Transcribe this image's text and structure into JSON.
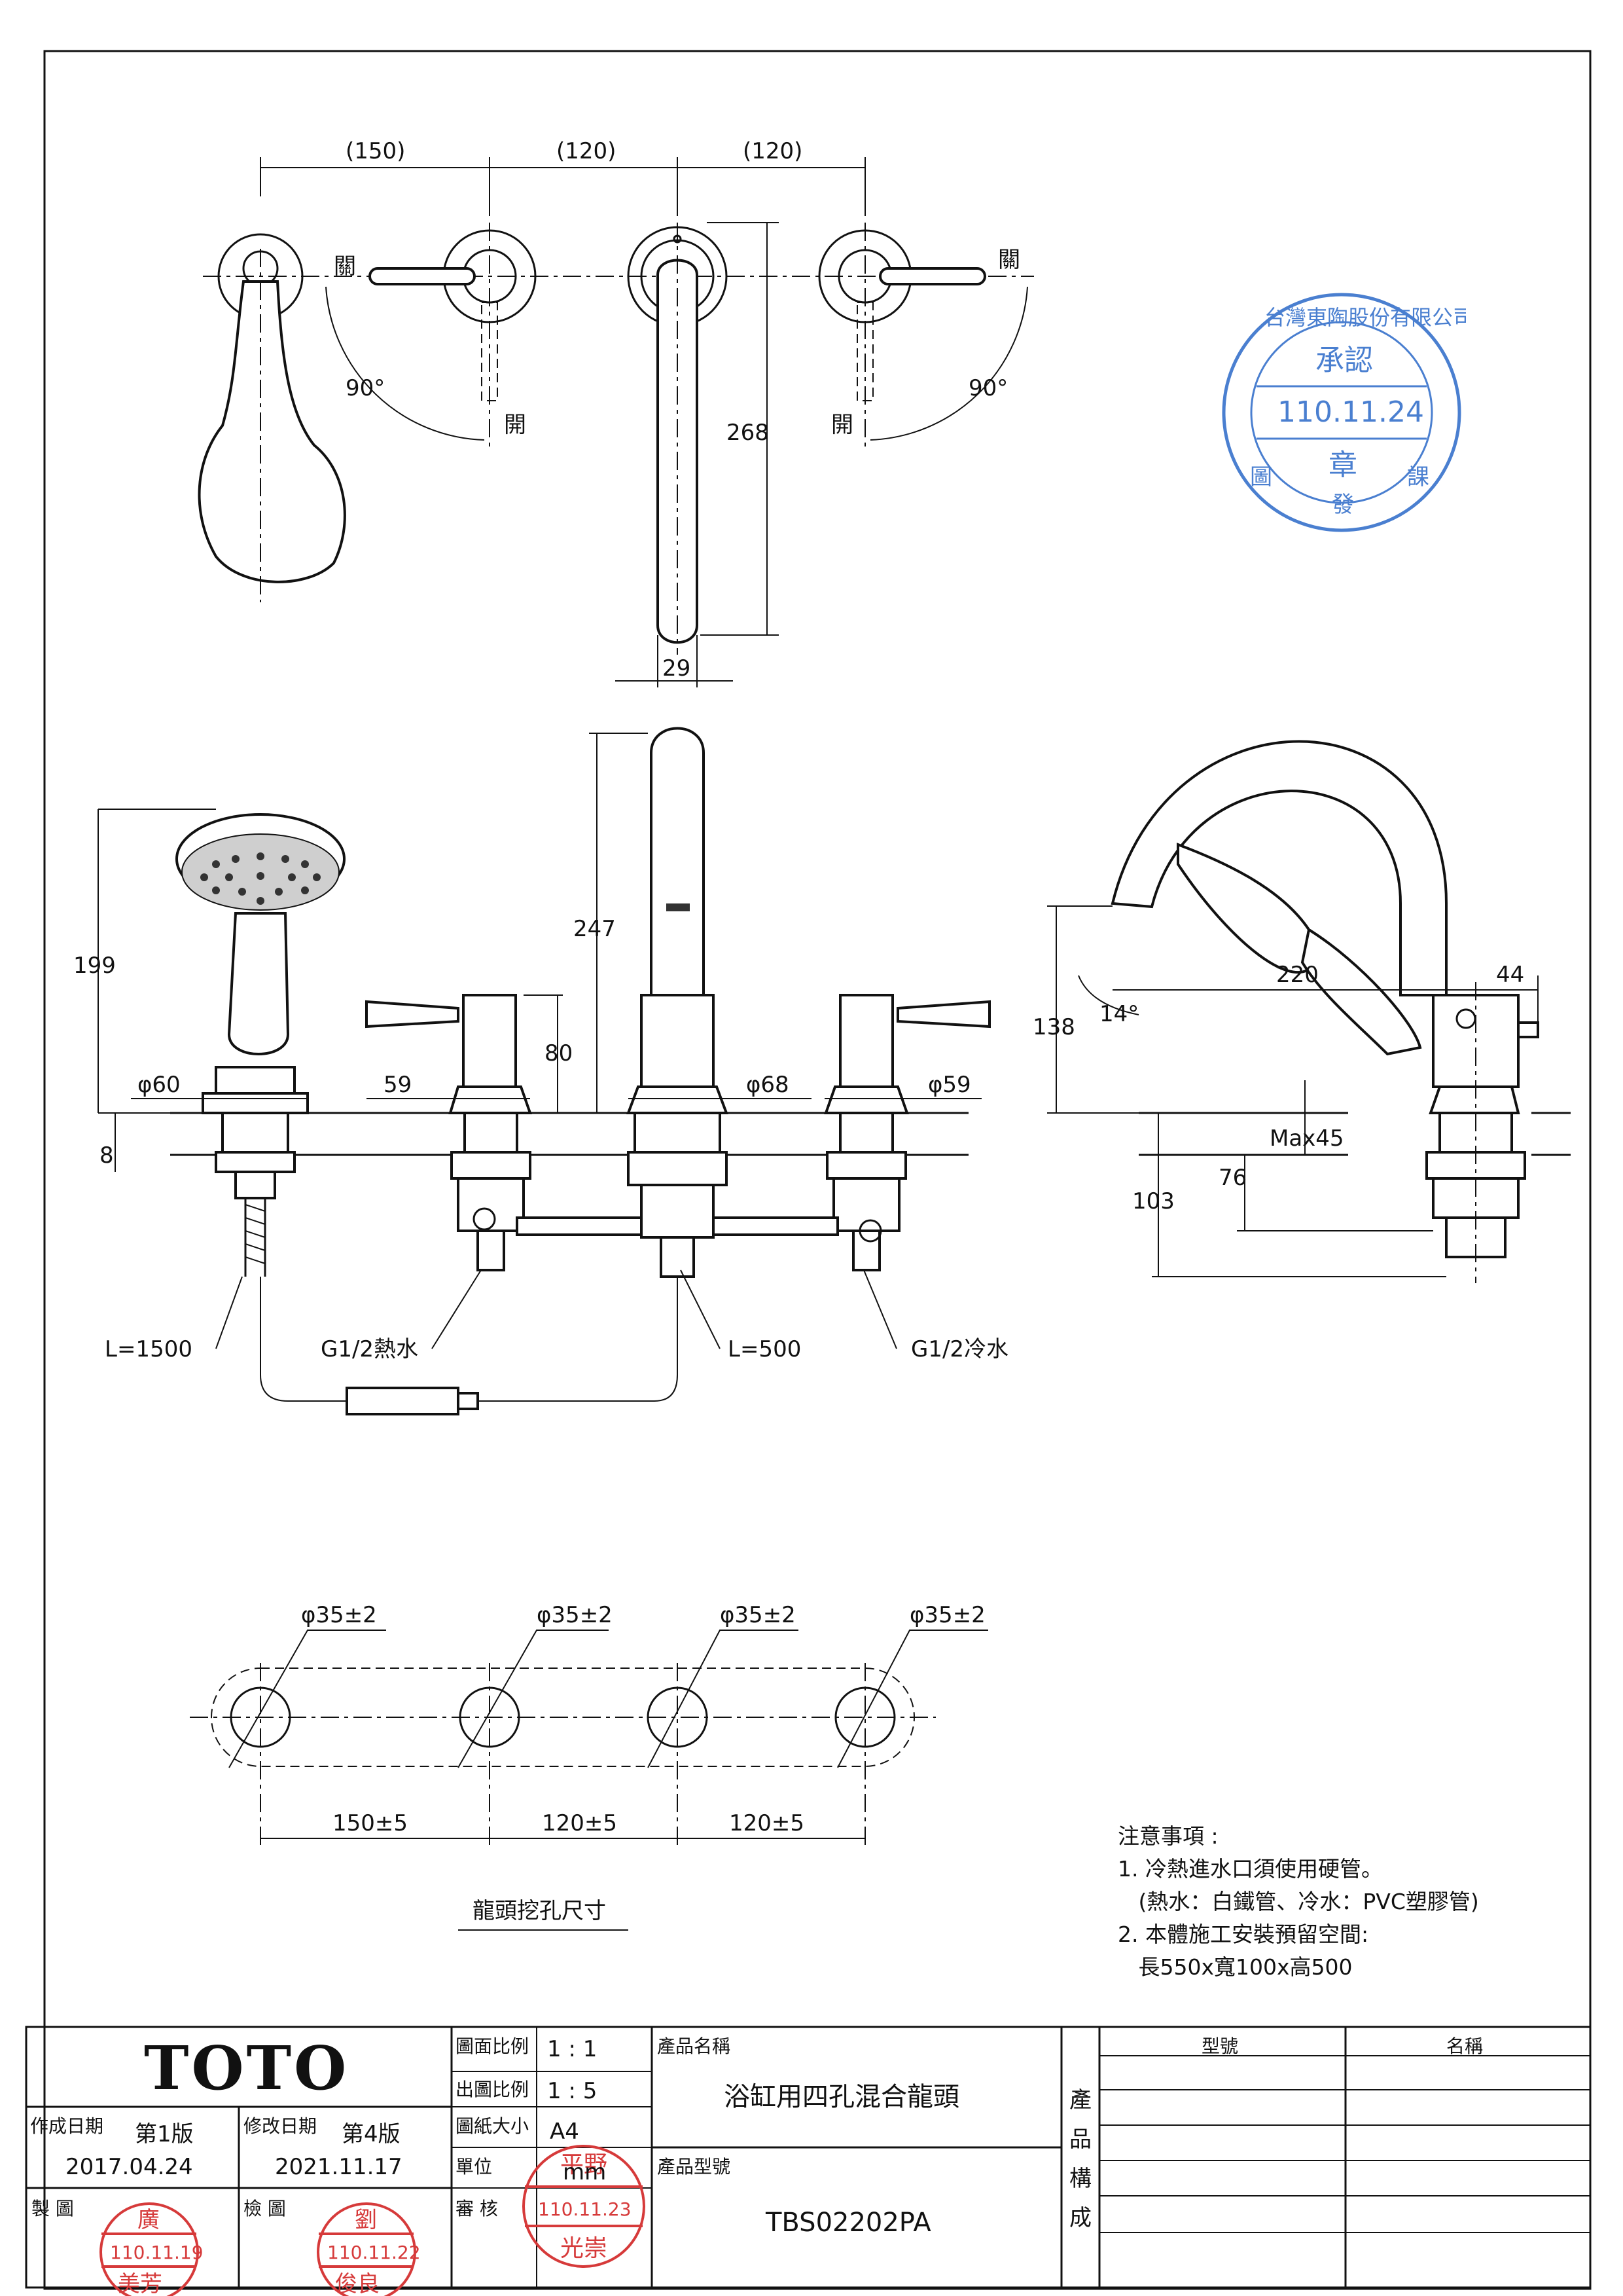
{
  "drawing": {
    "top_dims": [
      "(150)",
      "(120)",
      "(120)"
    ],
    "top_angle_left": "90°",
    "top_angle_right": "90°",
    "label_close": "關",
    "label_open": "開",
    "spout_height": "268",
    "spout_width": "29",
    "front": {
      "shower_height": "199",
      "shower_base": "φ60",
      "deck_thickness": "8",
      "spout_height": "247",
      "handle_height": "80",
      "dia_59_left": "59",
      "dia_68": "φ68",
      "dia_59_right": "φ59",
      "hose_shower": "L=1500",
      "hot_in": "G1/2熱水",
      "hose_spout": "L=500",
      "cold_in": "G1/2冷水"
    },
    "side": {
      "reach": "220",
      "offset": "44",
      "angle": "14°",
      "height": "138",
      "max_deck": "Max45",
      "below_76": "76",
      "below_103": "103"
    },
    "holes": {
      "hole_label": "φ35±2",
      "spacing": [
        "150±5",
        "120±5",
        "120±5"
      ],
      "caption": "龍頭挖孔尺寸"
    }
  },
  "notes": {
    "heading": "注意事項 :",
    "lines": [
      "1. 冷熱進水口須使用硬管。",
      "   (熱水：白鐵管、冷水：PVC塑膠管)",
      "2. 本體施工安裝預留空間:",
      "   長550x寬100x高500"
    ]
  },
  "stamp_approval": {
    "ring_text": "台灣東陶股份有限公司",
    "top": "承認",
    "date": "110.11.24",
    "center": "章",
    "bottom": "發",
    "left": "圖",
    "right": "課"
  },
  "title_block": {
    "logo": "TOTO",
    "scale_drawing_label": "圖面比例",
    "scale_drawing": "1 : 1",
    "scale_output_label": "出圖比例",
    "scale_output": "1 : 5",
    "paper_label": "圖紙大小",
    "paper": "A4",
    "unit_label": "單位",
    "unit": "mm",
    "created_label": "作成日期",
    "created_version": "第1版",
    "created_date": "2017.04.24",
    "revised_label": "修改日期",
    "revised_version": "第4版",
    "revised_date": "2021.11.17",
    "drawn_label": "製 圖",
    "check_label": "檢 圖",
    "review_label": "審 核",
    "product_name_label": "產品名稱",
    "product_name": "浴缸用四孔混合龍頭",
    "product_model_label": "產品型號",
    "product_model": "TBS02202PA",
    "composition_label": [
      "產",
      "品",
      "構",
      "成"
    ],
    "col_model": "型號",
    "col_name": "名稱",
    "stamps": {
      "drawn_top": "廣",
      "drawn_date": "110.11.19",
      "drawn_bottom": "美芳",
      "check_top": "劉",
      "check_date": "110.11.22",
      "check_bottom": "俊良",
      "review_top": "平野",
      "review_date": "110.11.23",
      "review_bottom": "光崇"
    }
  }
}
